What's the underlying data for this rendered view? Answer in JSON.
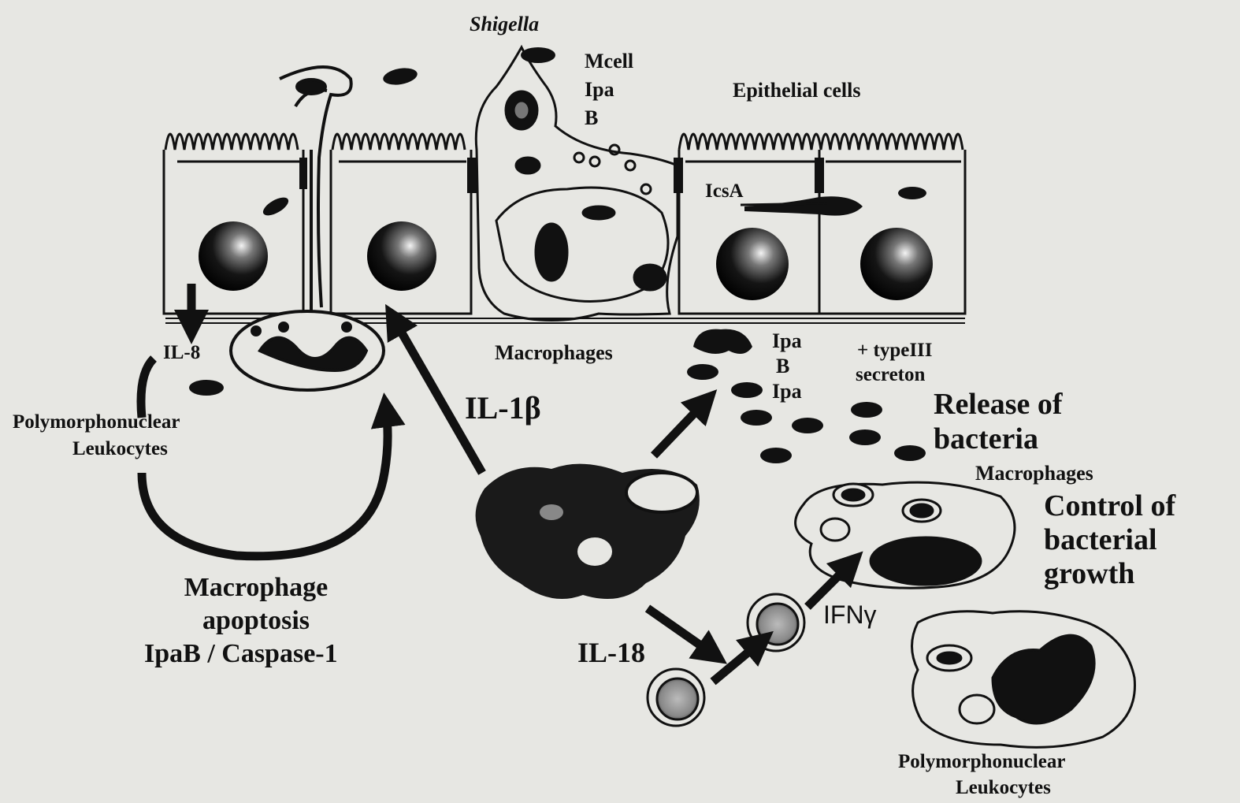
{
  "labels": {
    "shigella": "Shigella",
    "mcell": "Mcell",
    "ipa_top": "Ipa",
    "b_top": "B",
    "epithelial_cells": "Epithelial cells",
    "icsa": "IcsA",
    "il8": "IL-8",
    "macrophages_mid": "Macrophages",
    "ipa_mid1": "Ipa",
    "b_mid": "B",
    "ipa_mid2": "Ipa",
    "type3_line1": "+ typeIII",
    "type3_line2": "secreton",
    "pmn_left_line1": "Polymorphonuclear",
    "pmn_left_line2": "Leukocytes",
    "il1b": "IL-1β",
    "release_line1": "Release of",
    "release_line2": "bacteria",
    "macrophages_right": "Macrophages",
    "control_line1": "Control of",
    "control_line2": "bacterial",
    "control_line3": "growth",
    "apoptosis_line1": "Macrophage",
    "apoptosis_line2": "apoptosis",
    "apoptosis_line3": "IpaB / Caspase-1",
    "ifng": "IFNγ",
    "il18": "IL-18",
    "pmn_right_line1": "Polymorphonuclear",
    "pmn_right_line2": "Leukocytes"
  },
  "colors": {
    "ink": "#111111",
    "paper": "#e7e7e3"
  }
}
